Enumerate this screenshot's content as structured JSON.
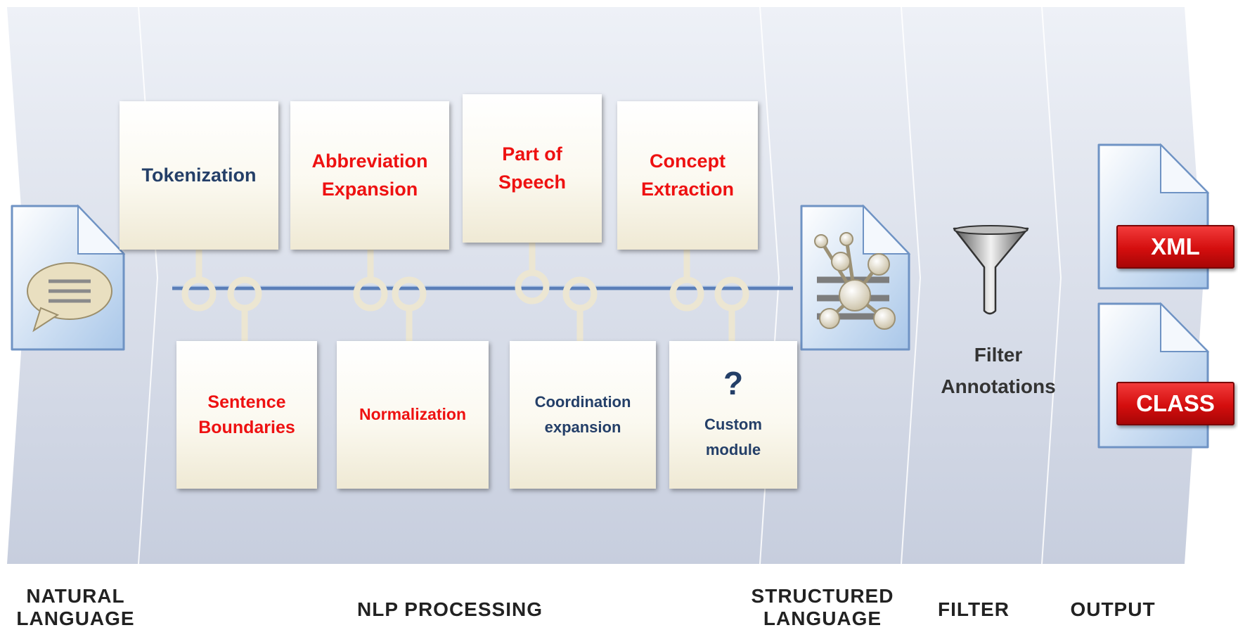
{
  "stages": {
    "natural_language": "NATURAL\nLANGUAGE",
    "nlp_processing": "NLP PROCESSING",
    "structured_language": "STRUCTURED\nLANGUAGE",
    "filter": "FILTER",
    "output": "OUTPUT"
  },
  "top_modules": [
    {
      "label": "Tokenization",
      "color": "#243f68"
    },
    {
      "label": "Abbreviation\nExpansion",
      "color": "#ee1111"
    },
    {
      "label": "Part of\nSpeech",
      "color": "#ee1111"
    },
    {
      "label": "Concept\nExtraction",
      "color": "#ee1111"
    }
  ],
  "bottom_modules": [
    {
      "label": "Sentence\nBoundaries",
      "color": "#ee1111"
    },
    {
      "label": "Normalization",
      "color": "#ee1111"
    },
    {
      "label": "Coordination\nexpansion",
      "color": "#243f68"
    },
    {
      "label": "Custom\nmodule",
      "symbol": "?",
      "color": "#243f68"
    }
  ],
  "filter_label": "Filter\nAnnotations",
  "outputs": [
    "XML",
    "CLASS"
  ],
  "icons": {
    "input": "chat-document-icon",
    "structured": "graph-document-icon",
    "filter": "funnel-icon",
    "output": "document-icon"
  }
}
